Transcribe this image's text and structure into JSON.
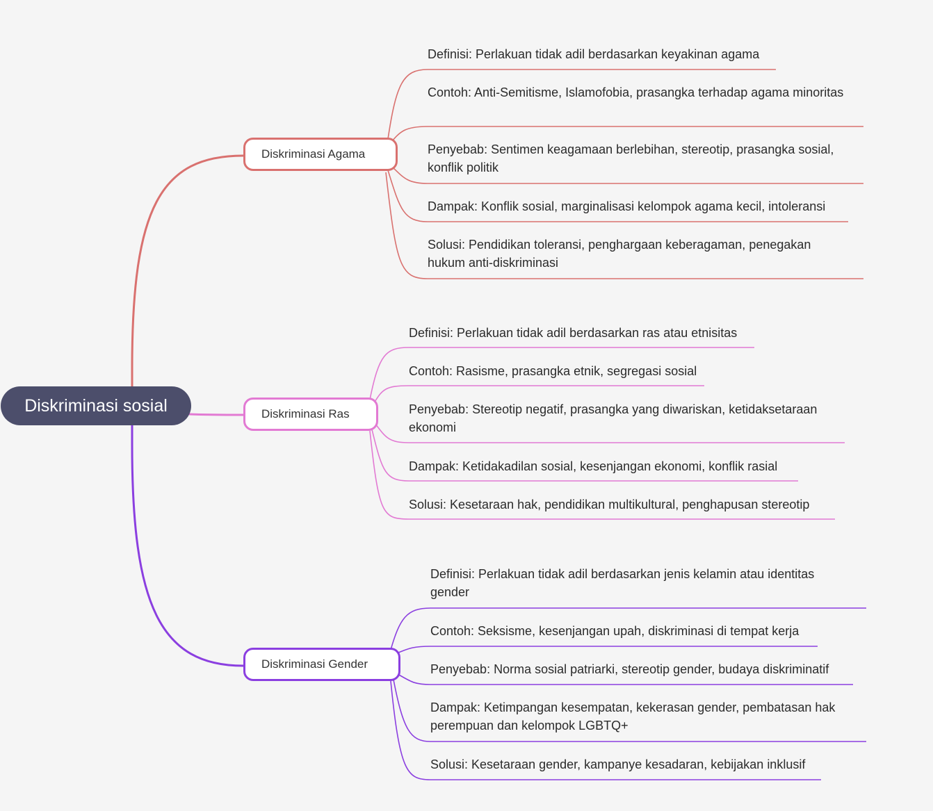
{
  "root": {
    "label": "Diskriminasi sosial",
    "color": "#4c4e6b"
  },
  "branches": [
    {
      "label": "Diskriminasi Agama",
      "color": "#d9716f",
      "leaves": [
        "Definisi: Perlakuan tidak adil berdasarkan keyakinan agama",
        "Contoh: Anti-Semitisme, Islamofobia, prasangka terhadap agama minoritas",
        "Penyebab: Sentimen keagamaan berlebihan, stereotip, prasangka sosial, konflik politik",
        "Dampak: Konflik sosial, marginalisasi kelompok agama kecil, intoleransi",
        "Solusi: Pendidikan toleransi, penghargaan keberagaman, penegakan hukum anti-diskriminasi"
      ]
    },
    {
      "label": "Diskriminasi Ras",
      "color": "#e27ad3",
      "leaves": [
        "Definisi: Perlakuan tidak adil berdasarkan ras atau etnisitas",
        "Contoh: Rasisme, prasangka etnik, segregasi sosial",
        "Penyebab: Stereotip negatif, prasangka yang diwariskan, ketidaksetaraan ekonomi",
        "Dampak: Ketidakadilan sosial, kesenjangan ekonomi, konflik rasial",
        "Solusi: Kesetaraan hak, pendidikan multikultural, penghapusan stereotip"
      ]
    },
    {
      "label": "Diskriminasi Gender",
      "color": "#8b3fe0",
      "leaves": [
        "Definisi: Perlakuan tidak adil berdasarkan jenis kelamin atau identitas gender",
        "Contoh: Seksisme, kesenjangan upah, diskriminasi di tempat kerja",
        "Penyebab: Norma sosial patriarki, stereotip gender, budaya diskriminatif",
        "Dampak: Ketimpangan kesempatan, kekerasan gender, pembatasan hak perempuan dan kelompok LGBTQ+",
        "Solusi: Kesetaraan gender, kampanye kesadaran, kebijakan inklusif"
      ]
    }
  ]
}
